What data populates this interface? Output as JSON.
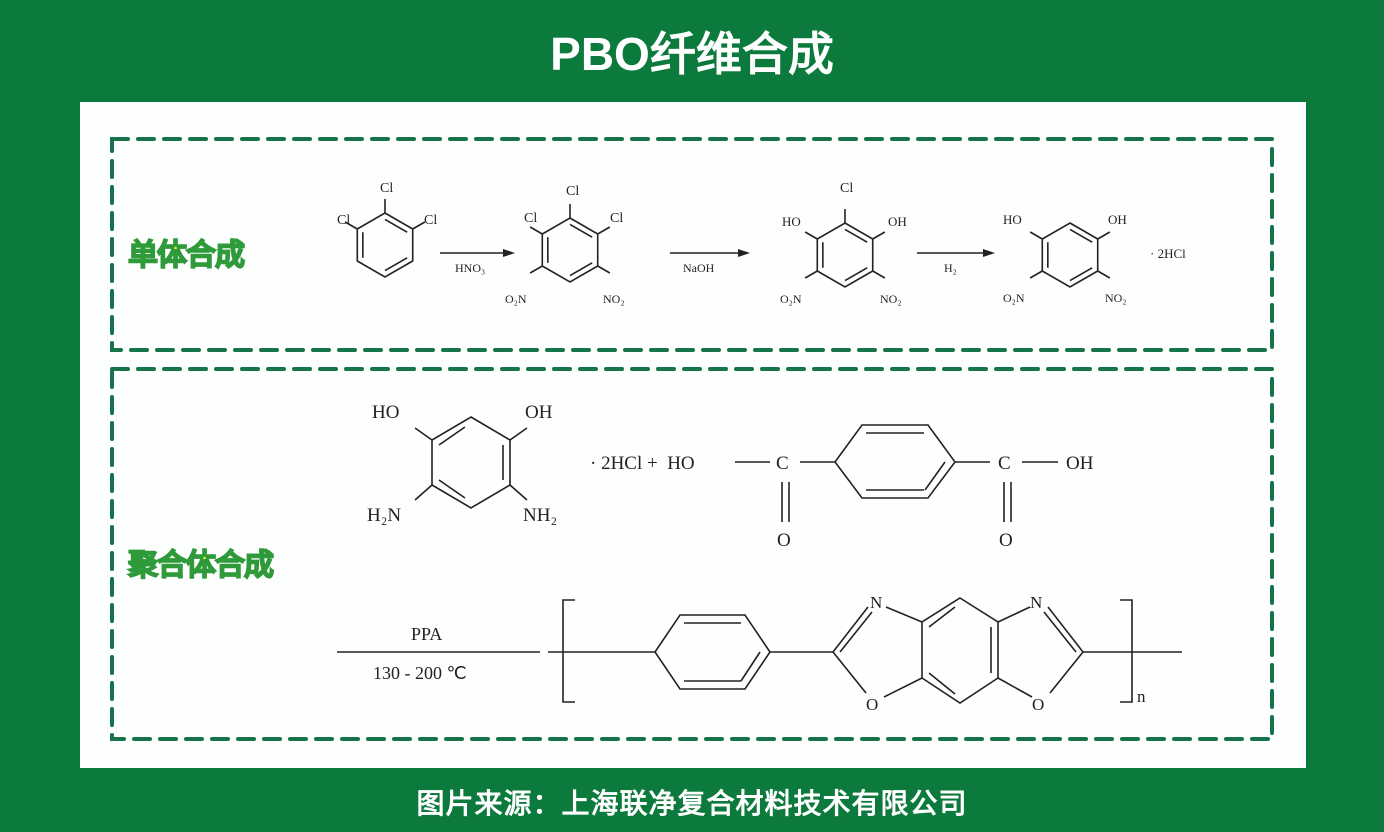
{
  "title": "PBO纤维合成",
  "footer": "图片来源：上海联净复合材料技术有限公司",
  "sections": {
    "monomer": "单体合成",
    "polymer": "聚合体合成"
  },
  "monomer": {
    "cl": "Cl",
    "ho": "HO",
    "oh": "OH",
    "o2n": "O₂N",
    "no2": "NO₂",
    "reagent1": "HNO₃",
    "reagent2": "NaOH",
    "reagent3": "H₂",
    "salt": "· 2HCl"
  },
  "polymer": {
    "ho": "HO",
    "oh": "OH",
    "h2n": "H₂N",
    "nh2": "NH₂",
    "plus": "· 2HCl +  HO",
    "c": "C",
    "o": "O",
    "oh2": "OH",
    "catalyst": "PPA",
    "temp": "130 - 200 ℃",
    "n_atom": "N",
    "o_atom": "O",
    "n": "n"
  },
  "colors": {
    "bg": "#0c7a3c",
    "border": "#17744a",
    "label": "#f2ea3a"
  }
}
